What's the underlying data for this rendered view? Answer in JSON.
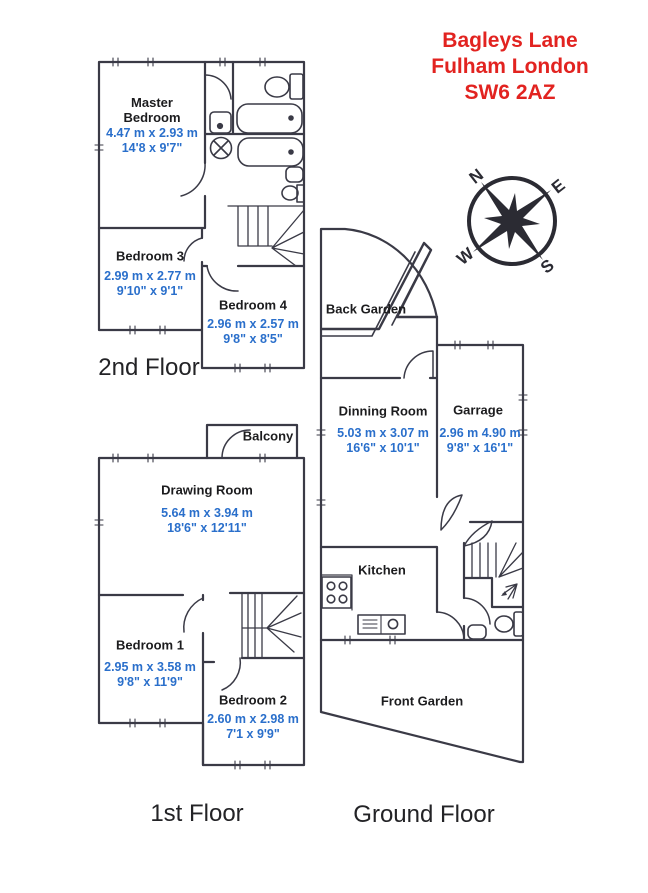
{
  "address": {
    "line1": "Bagleys Lane",
    "line2": "Fulham London",
    "line3": "SW6 2AZ"
  },
  "compass": {
    "north": "N",
    "east": "E",
    "south": "S",
    "west": "W"
  },
  "floors": {
    "second": {
      "label": "2nd Floor",
      "master_bedroom": {
        "name": "Master Bedroom",
        "metric": "4.47 m x 2.93 m",
        "imperial": "14'8 x 9'7\""
      },
      "bedroom_3": {
        "name": "Bedroom 3",
        "metric": "2.99 m x 2.77 m",
        "imperial": "9'10\" x 9'1\""
      },
      "bedroom_4": {
        "name": "Bedroom 4",
        "metric": "2.96 m x 2.57 m",
        "imperial": "9'8\" x 8'5\""
      }
    },
    "first": {
      "label": "1st Floor",
      "balcony": {
        "name": "Balcony"
      },
      "drawing_room": {
        "name": "Drawing Room",
        "metric": "5.64 m x 3.94 m",
        "imperial": "18'6\" x 12'11\""
      },
      "bedroom_1": {
        "name": "Bedroom 1",
        "metric": "2.95 m x 3.58 m",
        "imperial": "9'8\" x 11'9\""
      },
      "bedroom_2": {
        "name": "Bedroom 2",
        "metric": "2.60 m x 2.98 m",
        "imperial": "7'1 x 9'9\""
      }
    },
    "ground": {
      "label": "Ground Floor",
      "back_garden": {
        "name": "Back Garden"
      },
      "dinning_room": {
        "name": "Dinning Room",
        "metric": "5.03 m x 3.07 m",
        "imperial": "16'6\" x 10'1\""
      },
      "garrage": {
        "name": "Garrage",
        "metric": "2.96 m 4.90 m",
        "imperial": "9'8\" x 16'1\""
      },
      "kitchen": {
        "name": "Kitchen"
      },
      "front_garden": {
        "name": "Front Garden"
      }
    }
  },
  "colors": {
    "address_red": "#e22320",
    "dimension_blue": "#2a6fcb",
    "ink": "#3a3a46"
  }
}
